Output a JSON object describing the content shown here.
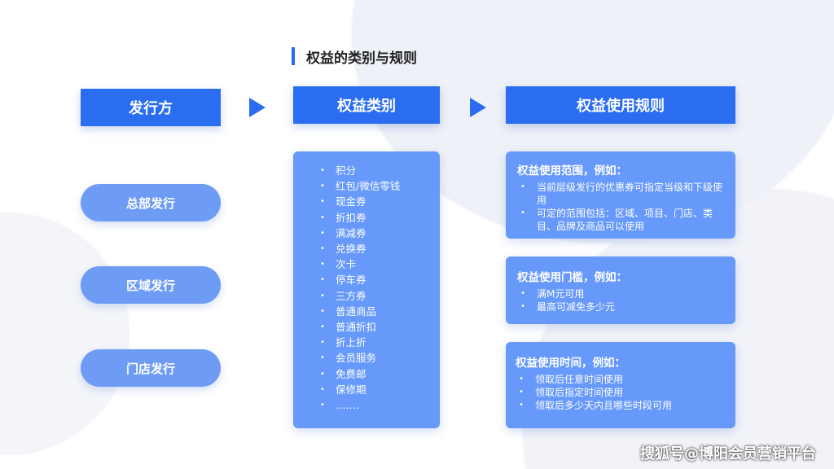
{
  "title": "权益的类别与规则",
  "headers": {
    "issuer": "发行方",
    "category": "权益类别",
    "rules": "权益使用规则"
  },
  "issuers": [
    "总部发行",
    "区域发行",
    "门店发行"
  ],
  "categories": [
    "积分",
    "红包/微信零钱",
    "现金券",
    "折扣券",
    "满减券",
    "兑换券",
    "次卡",
    "停车券",
    "三方券",
    "普通商品",
    "普通折扣",
    "折上折",
    "会员服务",
    "免费邮",
    "保修期",
    "……."
  ],
  "rules": [
    {
      "title": "权益使用范围，例如：",
      "items": [
        "当前层级发行的优惠券可指定当级和下级使用",
        "可定的范围包括：区域、项目、门店、类目、品牌及商品可以使用"
      ]
    },
    {
      "title": "权益使用门槛，例如：",
      "items": [
        "满M元可用",
        "最高可减免多少元"
      ]
    },
    {
      "title": "权益使用时间，例如：",
      "items": [
        "领取后任意时间使用",
        "领取后指定时间使用",
        "领取后多少天内且哪些时段可用"
      ]
    }
  ],
  "watermark": "搜狐号@博阳会员营销平台"
}
